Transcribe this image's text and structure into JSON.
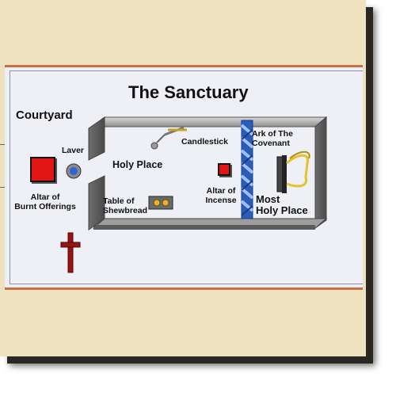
{
  "title": "The Sanctuary",
  "areas": {
    "courtyard": "Courtyard",
    "holy_place": "Holy Place",
    "most_holy_place_line1": "Most",
    "most_holy_place_line2": "Holy Place"
  },
  "items": {
    "laver": "Laver",
    "altar_burnt_line1": "Altar of",
    "altar_burnt_line2": "Burnt Offerings",
    "candlestick": "Candlestick",
    "altar_incense_line1": "Altar of",
    "altar_incense_line2": "Incense",
    "table_line1": "Table of",
    "table_line2": "Shewbread",
    "ark_line1": "Ark of The",
    "ark_line2": "Covenant"
  },
  "colors": {
    "frame": "#efe2c0",
    "panel": "#eef0f6",
    "panel_border": "#cf6d3c",
    "red": "#e21515",
    "cross": "#9a1212",
    "veil": "#3f6fc4"
  },
  "icons": [
    "cross-icon",
    "laver-icon",
    "candlestick-icon",
    "shewbread-icon",
    "ark-icon",
    "veil-icon"
  ]
}
